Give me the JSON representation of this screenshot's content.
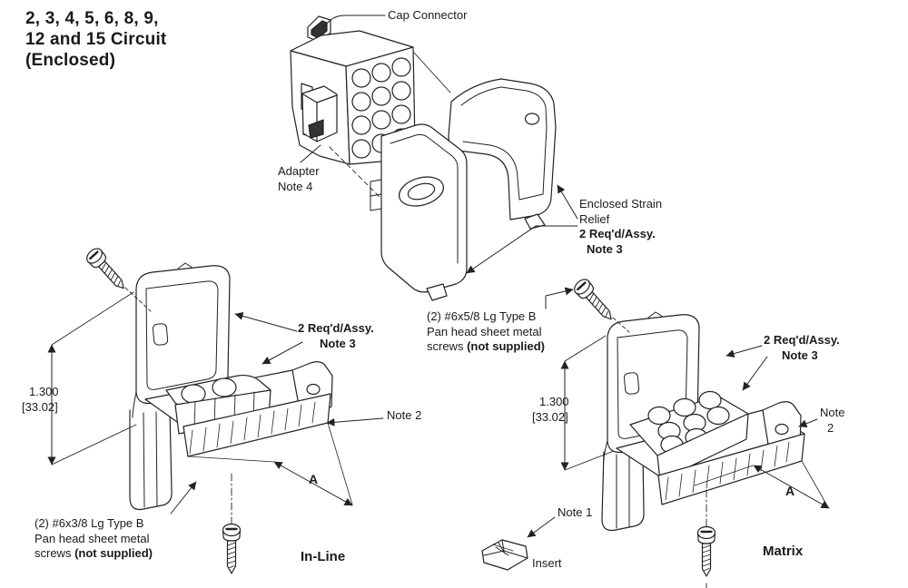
{
  "title": {
    "line1": "2, 3, 4, 5, 6, 8, 9,",
    "line2": "12 and 15 Circuit",
    "line3": "(Enclosed)"
  },
  "exploded": {
    "cap_connector": "Cap Connector",
    "adapter_line1": "Adapter",
    "adapter_line2": "Note 4",
    "strain_line1": "Enclosed Strain",
    "strain_line2": "Relief",
    "strain_line3": "2 Req'd/Assy.",
    "strain_line4": "Note 3"
  },
  "inline": {
    "reqd_line1": "2 Req'd/Assy.",
    "reqd_line2": "Note 3",
    "dim_value": "1.300",
    "dim_metric": "[33.02]",
    "note2": "Note 2",
    "dim_letter": "A",
    "screws_line1": "(2) #6x3/8 Lg Type B",
    "screws_line2": "Pan head sheet metal",
    "screws_line3a": "screws ",
    "screws_line3b": "(not supplied)",
    "caption": "In-Line"
  },
  "matrix": {
    "reqd_line1": "2 Req'd/Assy.",
    "reqd_line2": "Note 3",
    "dim_value": "1.300",
    "dim_metric": "[33.02]",
    "note2_line1": "Note",
    "note2_line2": "2",
    "dim_letter": "A",
    "screws_line1": "(2) #6x5/8 Lg Type B",
    "screws_line2": "Pan head sheet metal",
    "screws_line3a": "screws ",
    "screws_line3b": "(not supplied)",
    "caption": "Matrix"
  },
  "insert": {
    "note1": "Note 1",
    "label": "Insert"
  },
  "colors": {
    "ink": "#222222",
    "paper": "#ffffff"
  }
}
